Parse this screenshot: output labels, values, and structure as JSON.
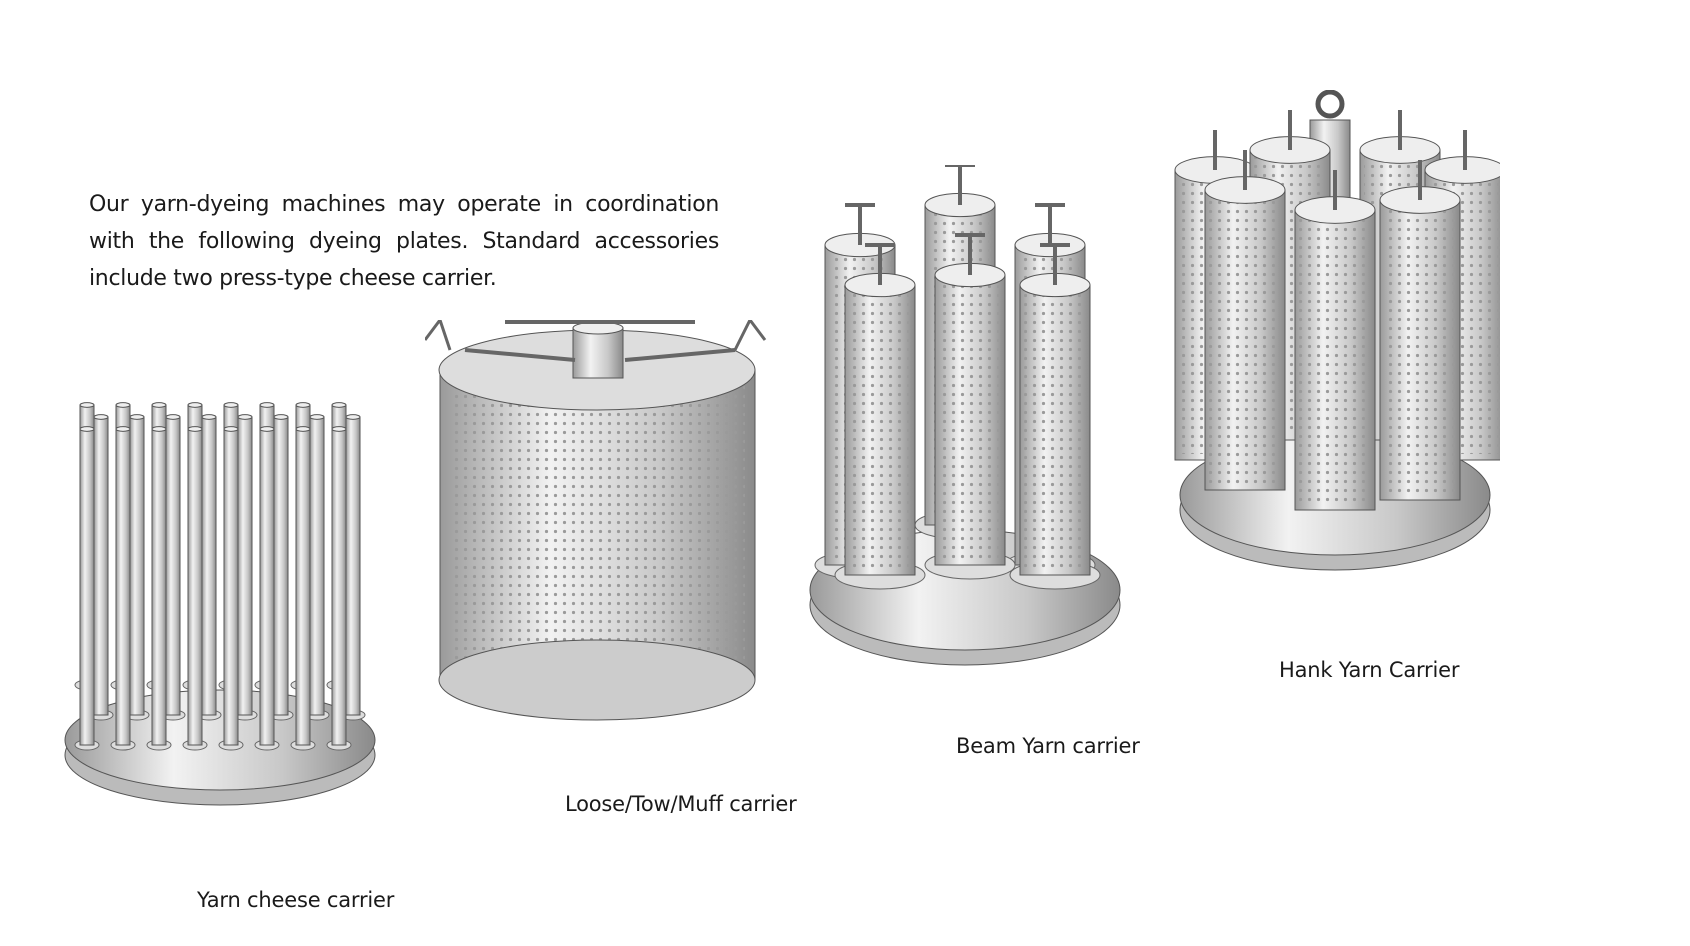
{
  "intro_text": "Our yarn-dyeing machines may operate in coordination with the following dyeing plates. Standard accessories include two press-type cheese carrier.",
  "carriers": [
    {
      "label": "Yarn cheese carrier"
    },
    {
      "label": "Loose/Tow/Muff carrier"
    },
    {
      "label": "Beam Yarn carrier"
    },
    {
      "label": "Hank Yarn Carrier"
    }
  ]
}
